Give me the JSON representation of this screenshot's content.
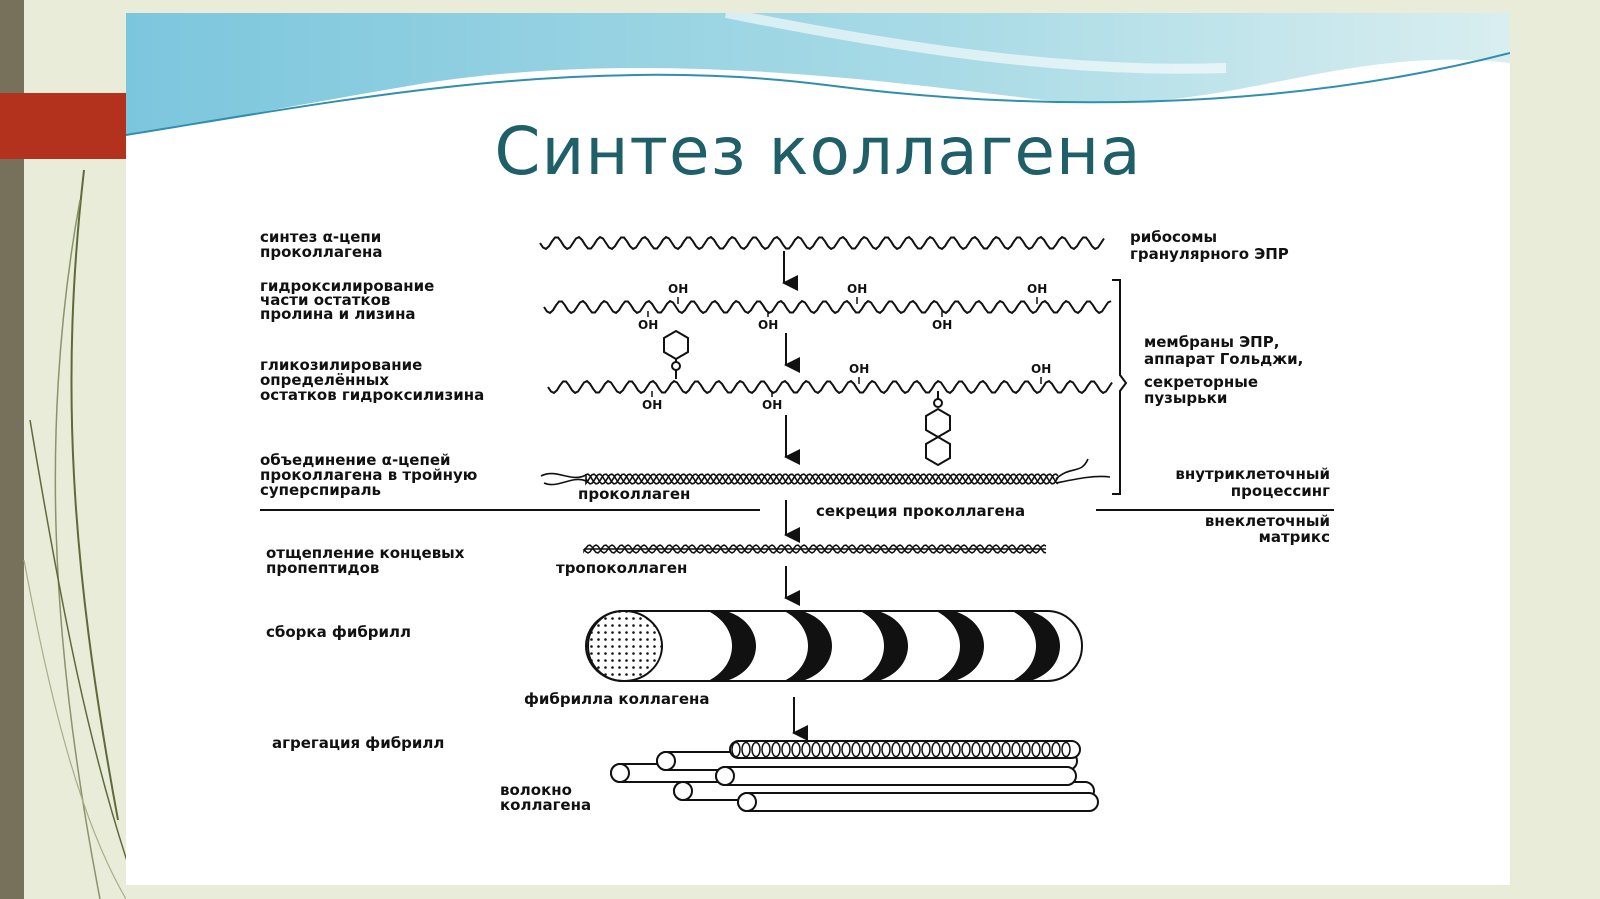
{
  "slide": {
    "title": "Синтез коллагена"
  },
  "diagram": {
    "steps": [
      {
        "line1": "синтез α-цепи",
        "line2": "проколлагена",
        "line3": ""
      },
      {
        "line1": "гидроксилирование",
        "line2": "части остатков",
        "line3": "пролина и лизина"
      },
      {
        "line1": "гликозилирование",
        "line2": "определённых",
        "line3": "остатков гидроксилизина"
      },
      {
        "line1": "объединение α-цепей",
        "line2": "проколлагена в тройную",
        "line3": "суперспираль"
      },
      {
        "line1": "отщепление концевых",
        "line2": "пропептидов",
        "line3": ""
      },
      {
        "line1": "сборка фибрилл",
        "line2": "",
        "line3": ""
      },
      {
        "line1": "агрегация фибрилл",
        "line2": "",
        "line3": ""
      }
    ],
    "locations": {
      "ribosomes_line1": "рибосомы",
      "ribosomes_line2": "гранулярного ЭПР",
      "membranes_line1": "мембраны ЭПР,",
      "membranes_line2": "аппарат Гольджи,",
      "membranes_line3": "секреторные",
      "membranes_line4": "пузырьки",
      "intracellular_line1": "внутриклеточный",
      "intracellular_line2": "процессинг",
      "extracellular_line1": "внеклеточный",
      "extracellular_line2": "матрикс"
    },
    "labels": {
      "oh": "OH",
      "procollagen": "проколлаген",
      "secretion": "секреция проколлагена",
      "tropocollagen": "тропоколлаген",
      "fibril": "фибрилла коллагена",
      "fiber_line1": "волокно",
      "fiber_line2": "коллагена"
    }
  }
}
